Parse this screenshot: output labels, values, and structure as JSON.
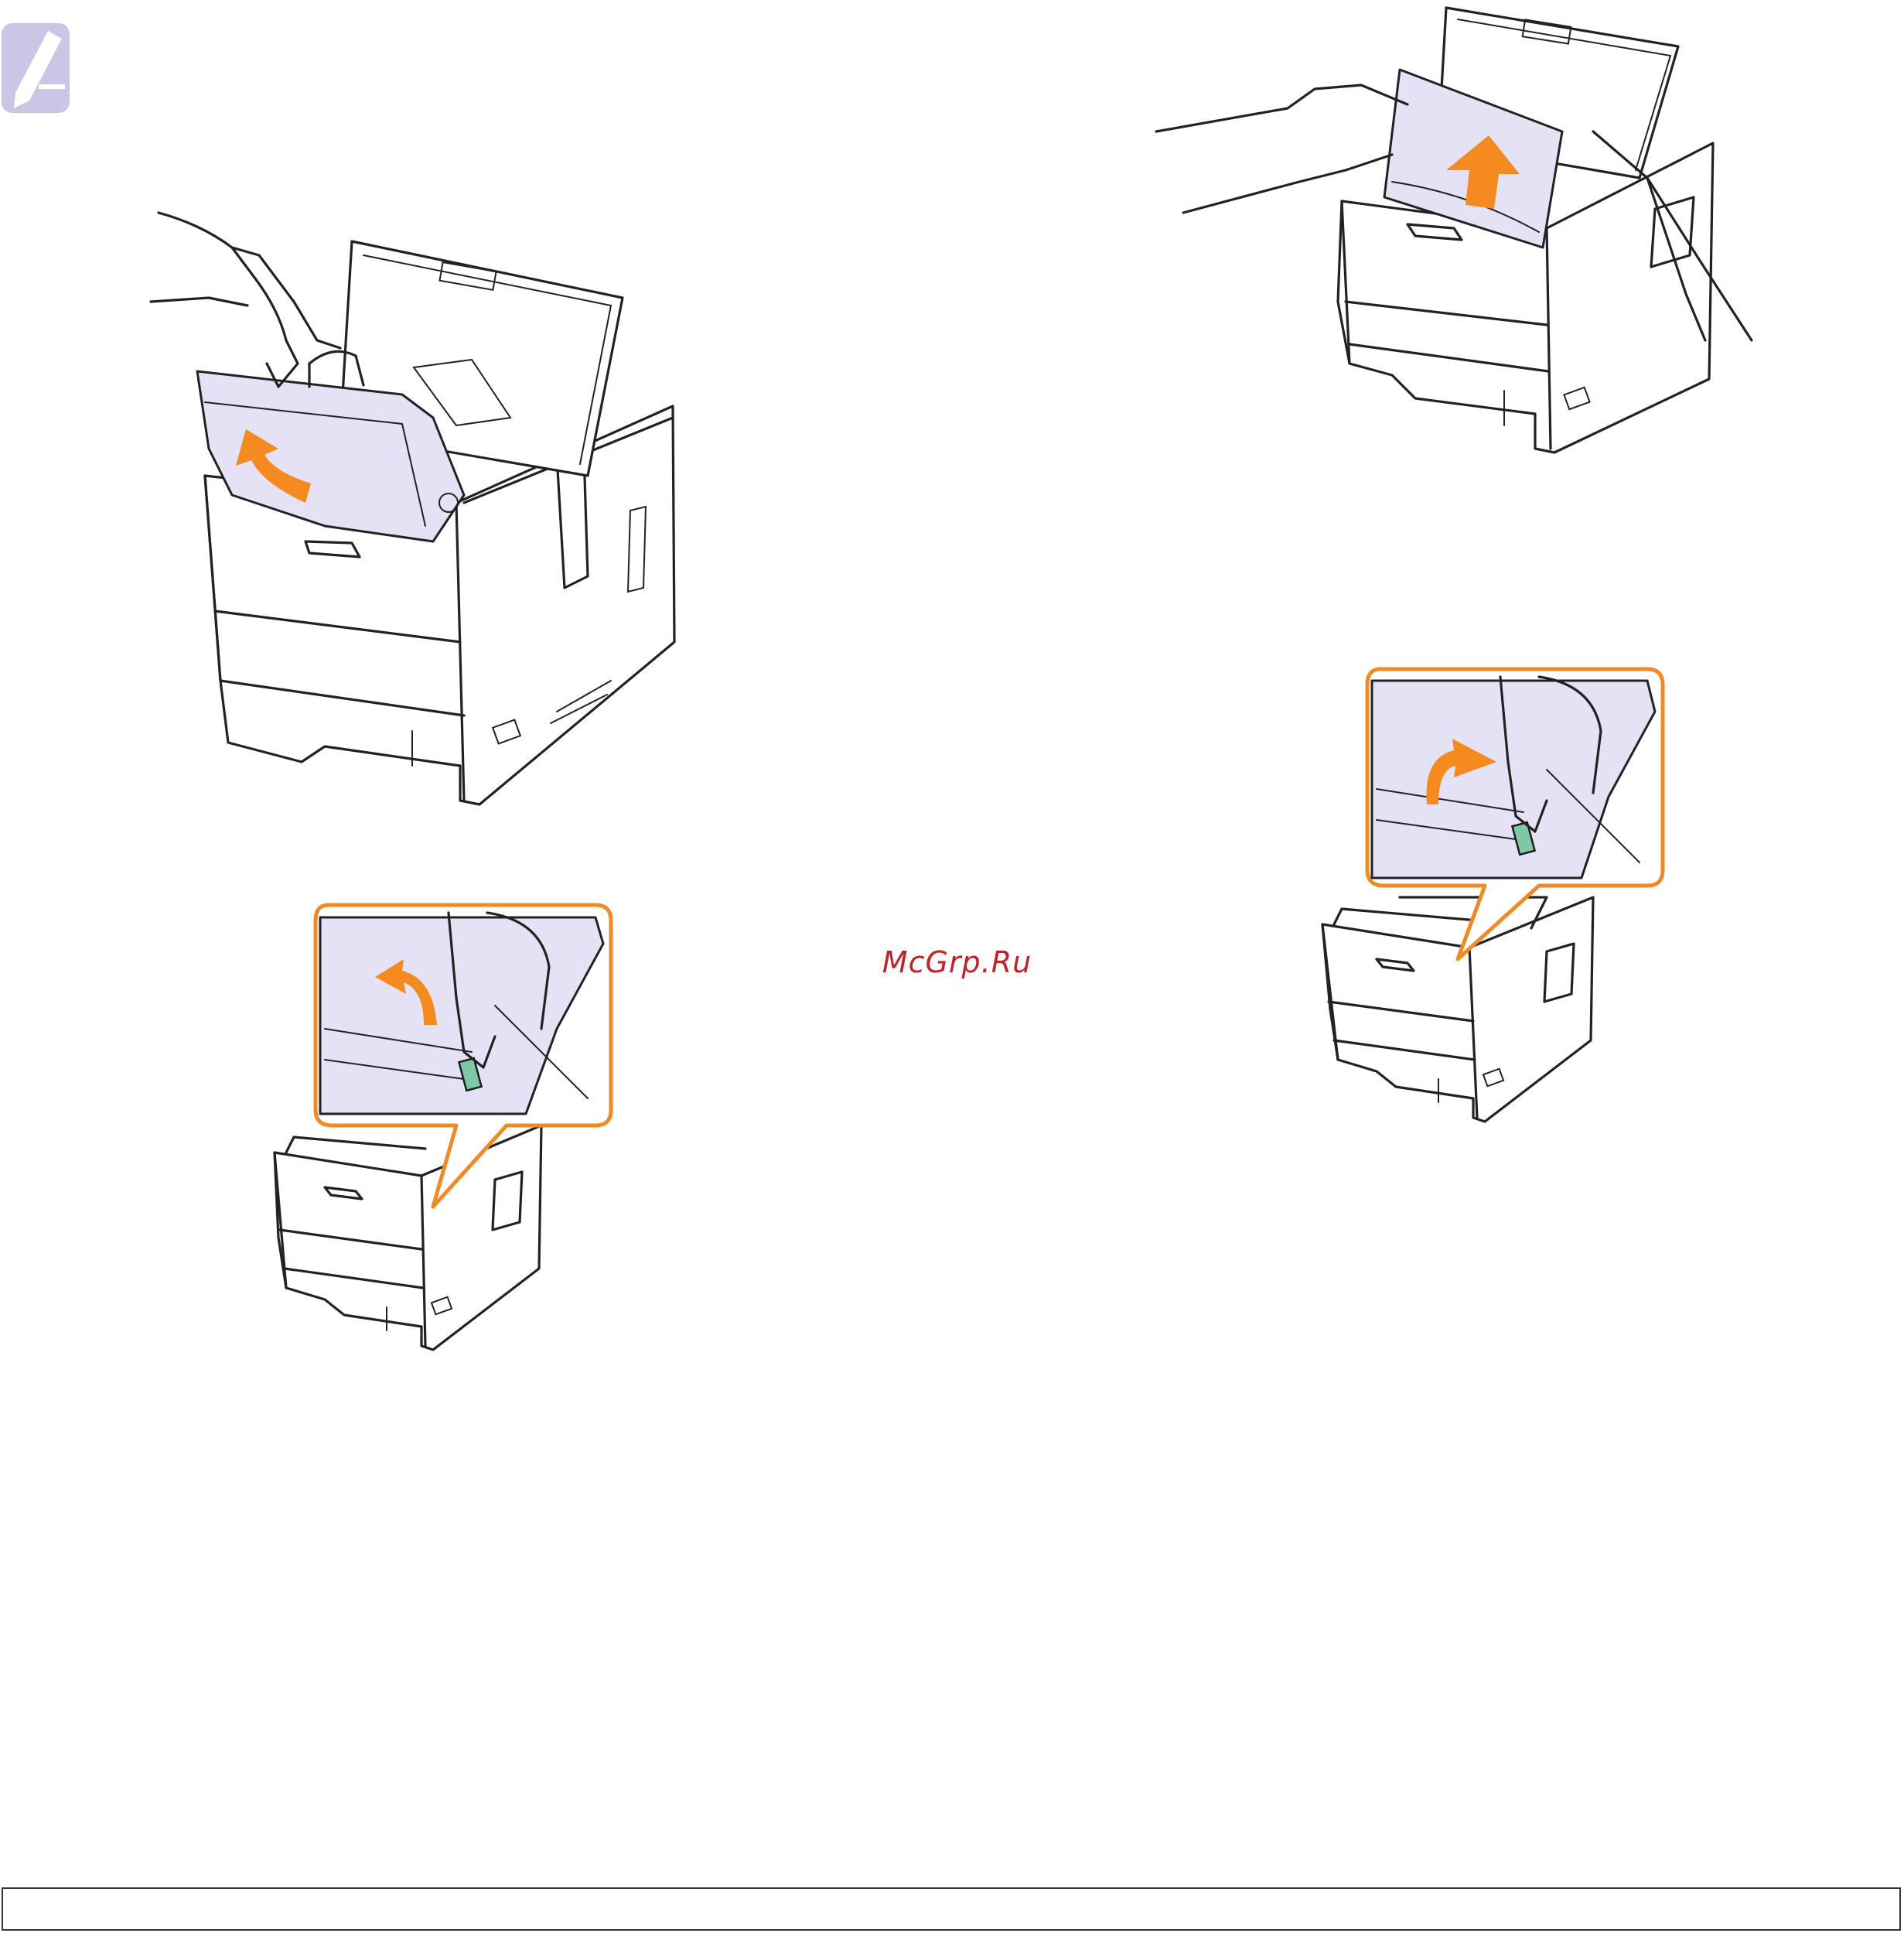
{
  "page": {
    "watermark_text": "McGrp.Ru",
    "note_icon": "note-pencil-icon"
  },
  "figures": [
    {
      "name": "figure-remove-toner-cartridge",
      "icon": "printer-remove-cartridge-illustration"
    },
    {
      "name": "figure-pull-jammed-paper-up",
      "icon": "printer-pull-paper-illustration"
    },
    {
      "name": "figure-lever-lift-detail",
      "icon": "printer-lever-lift-illustration"
    },
    {
      "name": "figure-lever-lower-detail",
      "icon": "printer-lever-lower-illustration"
    }
  ],
  "colors": {
    "accent_orange": "#f58a20",
    "callout_border": "#f08a24",
    "lavender": "#e4e2f4",
    "lever_green": "#7fc8a6",
    "watermark_red": "#c12228"
  }
}
